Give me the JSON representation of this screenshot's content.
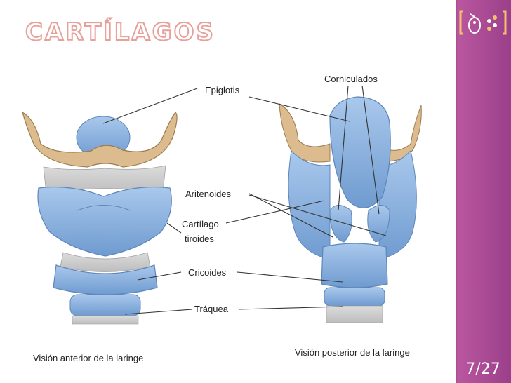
{
  "slide": {
    "title": "CARTÍLAGOS",
    "page_number": "7/27",
    "colors": {
      "sidebar": "#9b3f8a",
      "title_outline": "#e8a09a",
      "cartilage": "#8fb6e0",
      "bone": "#d9b98a"
    }
  },
  "labels": {
    "epiglotis": "Epiglotis",
    "corniculados": "Corniculados",
    "aritenoides": "Aritenoides",
    "cartilago_line1": "Cartílago",
    "cartilago_line2": "tiroides",
    "cricoides": "Cricoides",
    "traquea": "Tráquea"
  },
  "captions": {
    "anterior": "Visión anterior de la laringe",
    "posterior": "Visión posterior de la laringe"
  },
  "icons": {
    "logo": "face-logo-icon"
  }
}
